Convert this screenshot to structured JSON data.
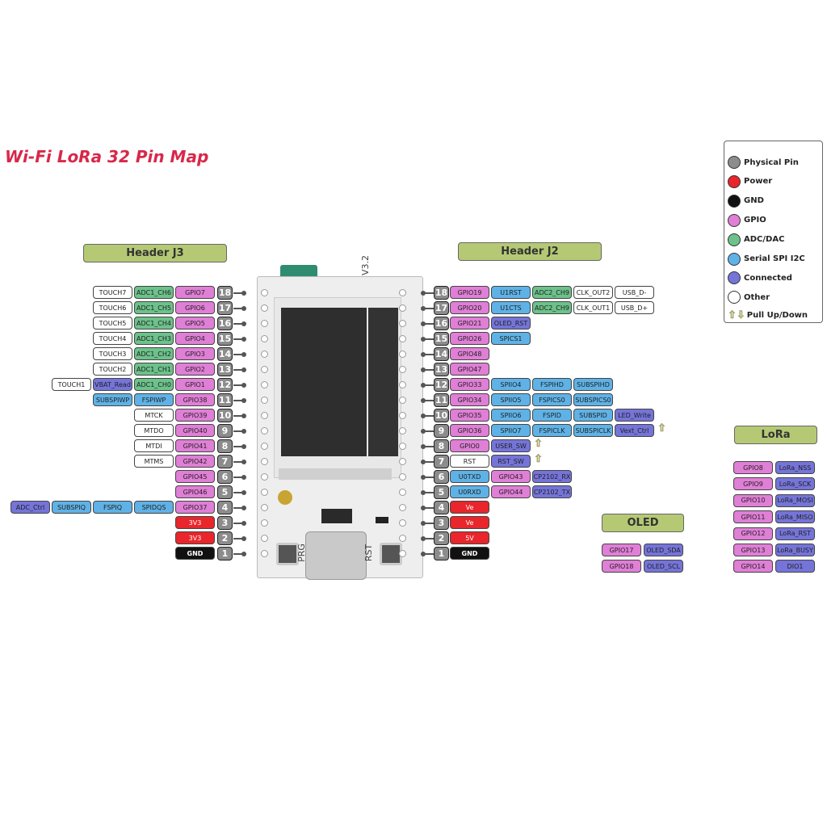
{
  "title": "Wi-Fi LoRa 32 Pin Map",
  "header_j3": "Header J3",
  "header_j2": "Header J2",
  "colors": {
    "physical": "#8c8c8c",
    "power": "#e8262b",
    "gnd": "#111111",
    "gpio": "#e07fd6",
    "adc": "#6cc28a",
    "serial": "#5fb2e6",
    "connected": "#7574d9",
    "other": "#ffffff",
    "pull": "#f5ef2a"
  },
  "legend": [
    {
      "label": "Physical Pin",
      "color": "#8c8c8c"
    },
    {
      "label": "Power",
      "color": "#e8262b"
    },
    {
      "label": "GND",
      "color": "#111111"
    },
    {
      "label": "GPIO",
      "color": "#e07fd6"
    },
    {
      "label": "ADC/DAC",
      "color": "#6cc28a"
    },
    {
      "label": "Serial SPI I2C",
      "color": "#5fb2e6"
    },
    {
      "label": "Connected",
      "color": "#7574d9"
    },
    {
      "label": "Other",
      "color": "#ffffff"
    }
  ],
  "legend_pull": "Pull Up/Down",
  "j3": [
    {
      "num": "18",
      "labels": [
        [
          "GPIO7",
          "gpio"
        ],
        [
          "ADC1_CH6",
          "adc"
        ],
        [
          "TOUCH7",
          "other"
        ]
      ]
    },
    {
      "num": "17",
      "labels": [
        [
          "GPIO6",
          "gpio"
        ],
        [
          "ADC1_CH5",
          "adc"
        ],
        [
          "TOUCH6",
          "other"
        ]
      ]
    },
    {
      "num": "16",
      "labels": [
        [
          "GPIO5",
          "gpio"
        ],
        [
          "ADC1_CH4",
          "adc"
        ],
        [
          "TOUCH5",
          "other"
        ]
      ]
    },
    {
      "num": "15",
      "labels": [
        [
          "GPIO4",
          "gpio"
        ],
        [
          "ADC1_CH3",
          "adc"
        ],
        [
          "TOUCH4",
          "other"
        ]
      ]
    },
    {
      "num": "14",
      "labels": [
        [
          "GPIO3",
          "gpio"
        ],
        [
          "ADC1_CH2",
          "adc"
        ],
        [
          "TOUCH3",
          "other"
        ]
      ]
    },
    {
      "num": "13",
      "labels": [
        [
          "GPIO2",
          "gpio"
        ],
        [
          "ADC1_CH1",
          "adc"
        ],
        [
          "TOUCH2",
          "other"
        ]
      ]
    },
    {
      "num": "12",
      "labels": [
        [
          "GPIO1",
          "gpio"
        ],
        [
          "ADC1_CH0",
          "adc"
        ],
        [
          "VBAT_Read",
          "connected"
        ],
        [
          "TOUCH1",
          "other"
        ]
      ]
    },
    {
      "num": "11",
      "labels": [
        [
          "GPIO38",
          "gpio"
        ],
        [
          "FSPIWP",
          "serial"
        ],
        [
          "SUBSPIWP",
          "serial"
        ]
      ]
    },
    {
      "num": "10",
      "labels": [
        [
          "GPIO39",
          "gpio"
        ],
        [
          "MTCK",
          "other"
        ]
      ]
    },
    {
      "num": "9",
      "labels": [
        [
          "GPIO40",
          "gpio"
        ],
        [
          "MTDO",
          "other"
        ]
      ]
    },
    {
      "num": "8",
      "labels": [
        [
          "GPIO41",
          "gpio"
        ],
        [
          "MTDI",
          "other"
        ]
      ]
    },
    {
      "num": "7",
      "labels": [
        [
          "GPIO42",
          "gpio"
        ],
        [
          "MTMS",
          "other"
        ]
      ]
    },
    {
      "num": "6",
      "labels": [
        [
          "GPIO45",
          "gpio"
        ]
      ]
    },
    {
      "num": "5",
      "labels": [
        [
          "GPIO46",
          "gpio"
        ]
      ]
    },
    {
      "num": "4",
      "labels": [
        [
          "GPIO37",
          "gpio"
        ],
        [
          "SPIDQS",
          "serial"
        ],
        [
          "FSPIQ",
          "serial"
        ],
        [
          "SUBSPIQ",
          "serial"
        ],
        [
          "ADC_Ctrl",
          "connected"
        ]
      ]
    },
    {
      "num": "3",
      "labels": [
        [
          "3V3",
          "power"
        ]
      ]
    },
    {
      "num": "2",
      "labels": [
        [
          "3V3",
          "power"
        ]
      ]
    },
    {
      "num": "1",
      "labels": [
        [
          "GND",
          "gnd"
        ]
      ]
    }
  ],
  "j2": [
    {
      "num": "18",
      "labels": [
        [
          "GPIO19",
          "gpio"
        ],
        [
          "U1RST",
          "serial"
        ],
        [
          "ADC2_CH9",
          "adc"
        ],
        [
          "CLK_OUT2",
          "other"
        ],
        [
          "USB_D-",
          "other"
        ]
      ]
    },
    {
      "num": "17",
      "labels": [
        [
          "GPIO20",
          "gpio"
        ],
        [
          "U1CTS",
          "serial"
        ],
        [
          "ADC2_CH9",
          "adc"
        ],
        [
          "CLK_OUT1",
          "other"
        ],
        [
          "USB_D+",
          "other"
        ]
      ]
    },
    {
      "num": "16",
      "labels": [
        [
          "GPIO21",
          "gpio"
        ],
        [
          "OLED_RST",
          "connected"
        ]
      ]
    },
    {
      "num": "15",
      "labels": [
        [
          "GPIO26",
          "gpio"
        ],
        [
          "SPICS1",
          "serial"
        ]
      ]
    },
    {
      "num": "14",
      "labels": [
        [
          "GPIO48",
          "gpio"
        ]
      ]
    },
    {
      "num": "13",
      "labels": [
        [
          "GPIO47",
          "gpio"
        ]
      ]
    },
    {
      "num": "12",
      "labels": [
        [
          "GPIO33",
          "gpio"
        ],
        [
          "SPIIO4",
          "serial"
        ],
        [
          "FSPIHD",
          "serial"
        ],
        [
          "SUBSPIHD",
          "serial"
        ]
      ]
    },
    {
      "num": "11",
      "labels": [
        [
          "GPIO34",
          "gpio"
        ],
        [
          "SPIIO5",
          "serial"
        ],
        [
          "FSPICS0",
          "serial"
        ],
        [
          "SUBSPICS0",
          "serial"
        ]
      ]
    },
    {
      "num": "10",
      "labels": [
        [
          "GPIO35",
          "gpio"
        ],
        [
          "SPIIO6",
          "serial"
        ],
        [
          "FSPID",
          "serial"
        ],
        [
          "SUBSPID",
          "serial"
        ],
        [
          "LED_Write",
          "connected"
        ]
      ]
    },
    {
      "num": "9",
      "labels": [
        [
          "GPIO36",
          "gpio"
        ],
        [
          "SPIIO7",
          "serial"
        ],
        [
          "FSPICLK",
          "serial"
        ],
        [
          "SUBSPICLK",
          "serial"
        ],
        [
          "Vext_Ctrl",
          "connected"
        ]
      ],
      "pull": true
    },
    {
      "num": "8",
      "labels": [
        [
          "GPIO0",
          "gpio"
        ],
        [
          "USER_SW",
          "connected"
        ]
      ],
      "pull": true
    },
    {
      "num": "7",
      "labels": [
        [
          "RST",
          "other"
        ],
        [
          "RST_SW",
          "connected"
        ]
      ],
      "pull": true
    },
    {
      "num": "6",
      "labels": [
        [
          "U0TXD",
          "serial"
        ],
        [
          "GPIO43",
          "gpio"
        ],
        [
          "CP2102_RX",
          "connected"
        ]
      ]
    },
    {
      "num": "5",
      "labels": [
        [
          "U0RXD",
          "serial"
        ],
        [
          "GPIO44",
          "gpio"
        ],
        [
          "CP2102_TX",
          "connected"
        ]
      ]
    },
    {
      "num": "4",
      "labels": [
        [
          "Ve",
          "power"
        ]
      ]
    },
    {
      "num": "3",
      "labels": [
        [
          "Ve",
          "power"
        ]
      ]
    },
    {
      "num": "2",
      "labels": [
        [
          "5V",
          "power"
        ]
      ]
    },
    {
      "num": "1",
      "labels": [
        [
          "GND",
          "gnd"
        ]
      ]
    }
  ],
  "oled": {
    "title": "OLED",
    "rows": [
      [
        "GPIO17",
        "OLED_SDA"
      ],
      [
        "GPIO18",
        "OLED_SCL"
      ]
    ]
  },
  "lora": {
    "title": "LoRa",
    "rows": [
      [
        "GPIO8",
        "LoRa_NSS"
      ],
      [
        "GPIO9",
        "LoRa_SCK"
      ],
      [
        "GPIO10",
        "LoRa_MOSI"
      ],
      [
        "GPIO11",
        "LoRa_MISO"
      ],
      [
        "GPIO12",
        "LoRa_RST"
      ],
      [
        "GPIO13",
        "LoRa_BUSY"
      ],
      [
        "GPIO14",
        "DIO1"
      ]
    ]
  },
  "board": {
    "silk_version": "V3.2",
    "silk_prg": "PRG",
    "silk_rst": "RST"
  }
}
